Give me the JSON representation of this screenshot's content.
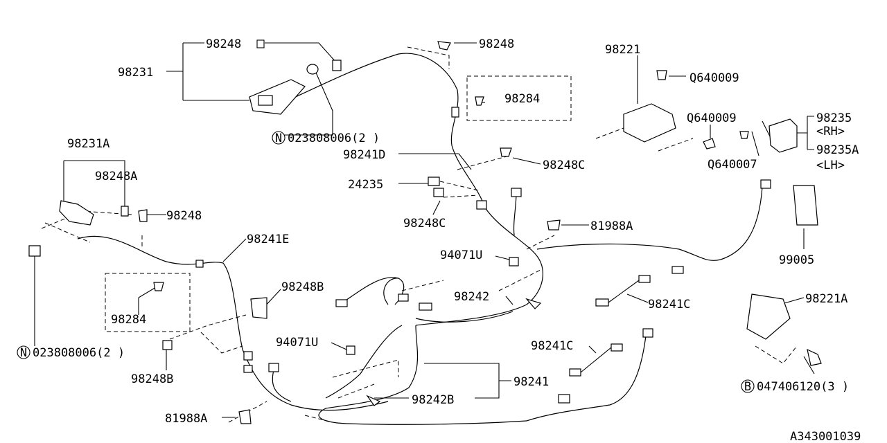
{
  "labels": {
    "p98248_top_box": "98248",
    "p98231": "98231",
    "p98248_top": "98248",
    "p98221": "98221",
    "q640009_a": "Q640009",
    "q640009_b": "Q640009",
    "q640007": "Q640007",
    "p98235": "98235",
    "rh": "<RH>",
    "p98235a": "98235A",
    "lh": "<LH>",
    "p98284_top": "98284",
    "n_top": "023808006(2 )",
    "p98241d": "98241D",
    "p98248c_a": "98248C",
    "p24235": "24235",
    "p98248c_b": "98248C",
    "p81988a_a": "81988A",
    "p98231a": "98231A",
    "p98248a": "98248A",
    "p98248_left": "98248",
    "p98241e": "98241E",
    "p94071u_a": "94071U",
    "p99005": "99005",
    "p98248b_a": "98248B",
    "p98242": "98242",
    "p98241c_a": "98241C",
    "p98221a": "98221A",
    "p98284_left": "98284",
    "n_left": "023808006(2 )",
    "p94071u_b": "94071U",
    "p98241c_b": "98241C",
    "p98248b_b": "98248B",
    "p98241": "98241",
    "b_right": "047406120(3 )",
    "p98242b": "98242B",
    "p81988a_b": "81988A",
    "diagram_id": "A343001039"
  },
  "prefix_symbols": {
    "n_top": "N",
    "n_left": "N",
    "b_right": "B"
  }
}
